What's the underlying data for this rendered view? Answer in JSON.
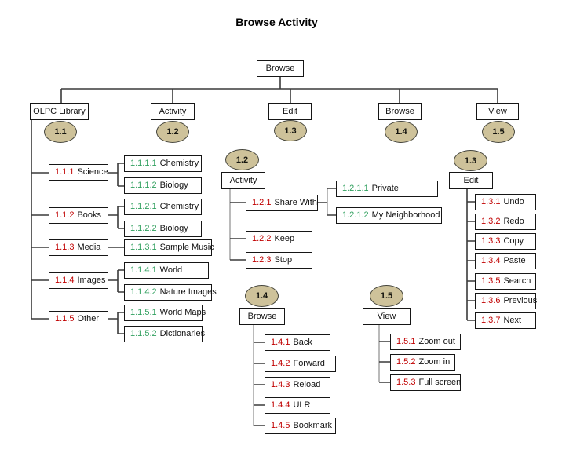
{
  "title": "Browse Activity",
  "root": {
    "label": "Browse"
  },
  "colors": {
    "red": "#C00000",
    "green": "#31A05F",
    "tan": "#CEC29A",
    "line": "#3A3A3A",
    "line_gray": "#A8A8A8"
  },
  "top": [
    {
      "label": "OLPC Library",
      "badge": "1.1"
    },
    {
      "label": "Activity",
      "badge": "1.2"
    },
    {
      "label": "Edit",
      "badge": "1.3"
    },
    {
      "label": "Browse",
      "badge": "1.4"
    },
    {
      "label": "View",
      "badge": "1.5"
    }
  ],
  "library": {
    "items": [
      {
        "num": "1.1.1",
        "label": "Science"
      },
      {
        "num": "1.1.2",
        "label": "Books"
      },
      {
        "num": "1.1.3",
        "label": "Media"
      },
      {
        "num": "1.1.4",
        "label": "Images"
      },
      {
        "num": "1.1.5",
        "label": "Other"
      }
    ],
    "children": [
      {
        "num": "1.1.1.1",
        "label": "Chemistry"
      },
      {
        "num": "1.1.1.2",
        "label": "Biology"
      },
      {
        "num": "1.1.2.1",
        "label": "Chemistry"
      },
      {
        "num": "1.1.2.2",
        "label": "Biology"
      },
      {
        "num": "1.1.3.1",
        "label": "Sample Music"
      },
      {
        "num": "1.1.4.1",
        "label": "World"
      },
      {
        "num": "1.1.4.2",
        "label": "Nature Images"
      },
      {
        "num": "1.1.5.1",
        "label": "World Maps"
      },
      {
        "num": "1.1.5.2",
        "label": "Dictionaries"
      }
    ]
  },
  "activity": {
    "badge": "1.2",
    "label": "Activity",
    "items": [
      {
        "num": "1.2.1",
        "label": "Share With"
      },
      {
        "num": "1.2.2",
        "label": "Keep"
      },
      {
        "num": "1.2.3",
        "label": "Stop"
      }
    ],
    "children": [
      {
        "num": "1.2.1.1",
        "label": "Private"
      },
      {
        "num": "1.2.1.2",
        "label": "My Neighborhood"
      }
    ]
  },
  "edit": {
    "badge": "1.3",
    "label": "Edit",
    "items": [
      {
        "num": "1.3.1",
        "label": "Undo"
      },
      {
        "num": "1.3.2",
        "label": "Redo"
      },
      {
        "num": "1.3.3",
        "label": "Copy"
      },
      {
        "num": "1.3.4",
        "label": "Paste"
      },
      {
        "num": "1.3.5",
        "label": "Search"
      },
      {
        "num": "1.3.6",
        "label": "Previous"
      },
      {
        "num": "1.3.7",
        "label": "Next"
      }
    ]
  },
  "browse": {
    "badge": "1.4",
    "label": "Browse",
    "items": [
      {
        "num": "1.4.1",
        "label": "Back"
      },
      {
        "num": "1.4.2",
        "label": "Forward"
      },
      {
        "num": "1.4.3",
        "label": "Reload"
      },
      {
        "num": "1.4.4",
        "label": "ULR"
      },
      {
        "num": "1.4.5",
        "label": "Bookmark"
      }
    ]
  },
  "view": {
    "badge": "1.5",
    "label": "View",
    "items": [
      {
        "num": "1.5.1",
        "label": "Zoom out"
      },
      {
        "num": "1.5.2",
        "label": "Zoom in"
      },
      {
        "num": "1.5.3",
        "label": "Full screen"
      }
    ]
  }
}
